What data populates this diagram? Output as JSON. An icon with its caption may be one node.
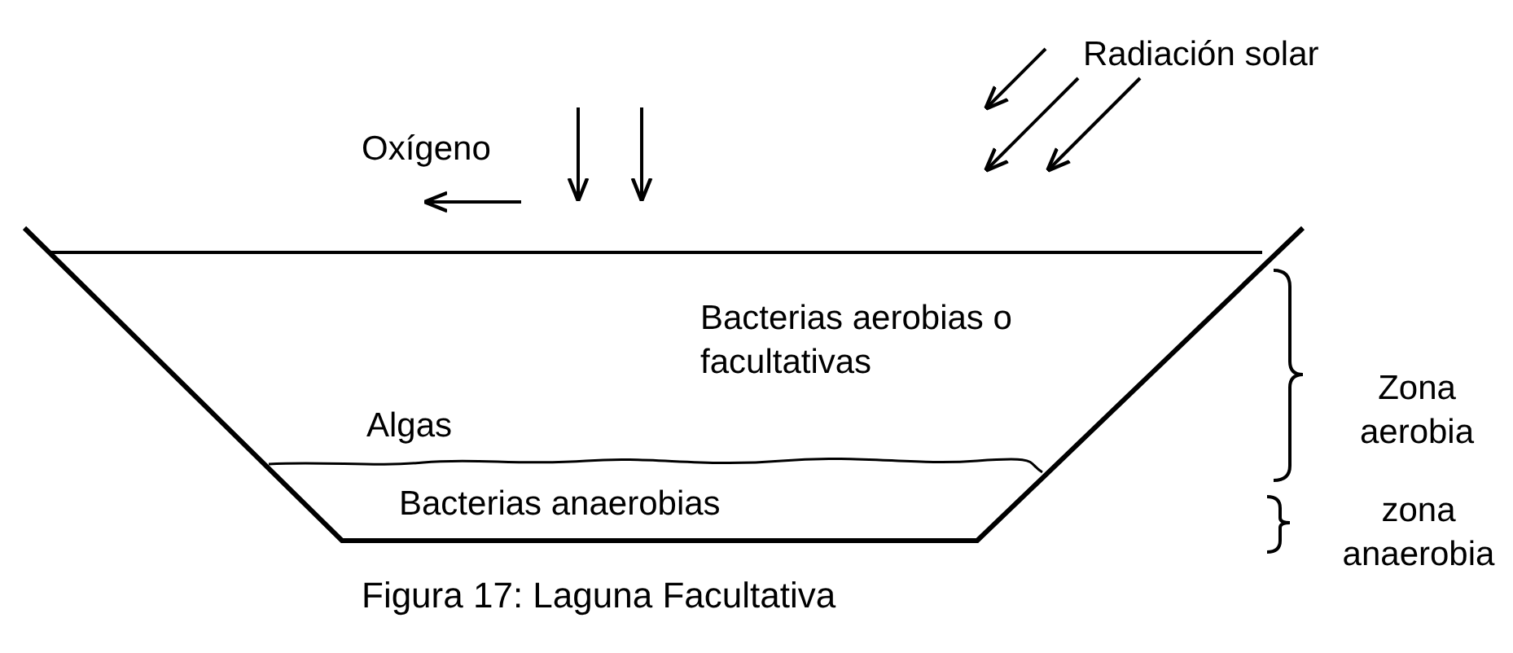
{
  "diagram": {
    "caption": "Figura 17: Laguna Facultativa",
    "labels": [
      "Radiación solar",
      "Oxígeno",
      "Algas",
      "Bacterias aerobias o facultativas",
      "Bacterias anaerobias",
      "Zona aerobia",
      "zona anaerobia"
    ]
  }
}
